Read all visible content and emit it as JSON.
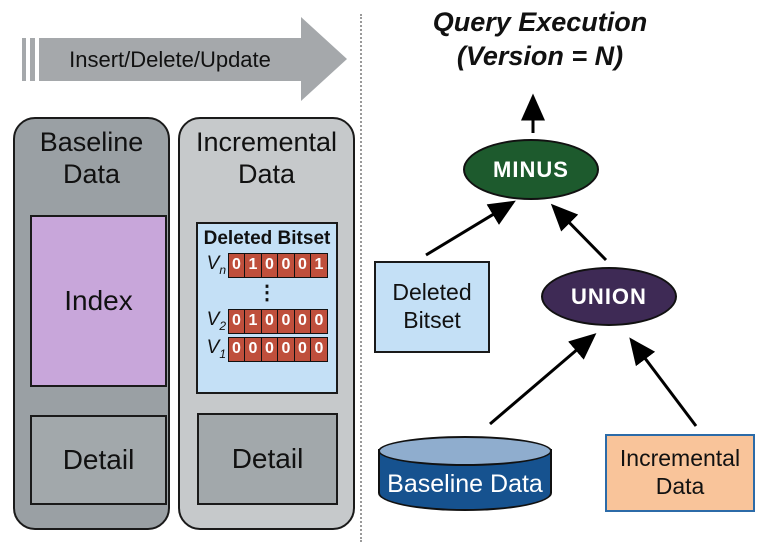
{
  "left": {
    "flow_arrow_label": "Insert/Delete/Update",
    "baseline_column": {
      "title": "Baseline Data",
      "index_label": "Index",
      "detail_label": "Detail"
    },
    "incremental_column": {
      "title": "Incremental Data",
      "detail_label": "Detail",
      "bitset": {
        "title": "Deleted Bitset",
        "ellipsis": "⋮",
        "rows": [
          {
            "var": "V",
            "sub": "n",
            "bits": [
              "0",
              "1",
              "0",
              "0",
              "0",
              "1"
            ]
          },
          {
            "var": "V",
            "sub": "2",
            "bits": [
              "0",
              "1",
              "0",
              "0",
              "0",
              "0"
            ]
          },
          {
            "var": "V",
            "sub": "1",
            "bits": [
              "0",
              "0",
              "0",
              "0",
              "0",
              "0"
            ]
          }
        ]
      }
    }
  },
  "right": {
    "title_line1": "Query Execution",
    "title_line2": "(Version = N)",
    "minus_node_label": "MINUS",
    "union_node_label": "UNION",
    "deleted_bitset": {
      "line1": "Deleted",
      "line2": "Bitset"
    },
    "baseline_data_label": "Baseline Data",
    "incremental_data": {
      "line1": "Incremental",
      "line2": "Data"
    }
  },
  "colors": {
    "flow_arrow_gray": "#a5a8ab",
    "baseline_container_gray": "#9aa0a4",
    "incremental_container_gray": "#c6c9cb",
    "detail_gray": "#a2a8ab",
    "index_purple": "#c8a6da",
    "bitset_blue": "#c4e0f6",
    "bit_cell_red": "#bf4f3c",
    "minus_green": "#1d5a2d",
    "union_purple": "#3e2a55",
    "cylinder_blue": "#16528f",
    "cylinder_top_blue": "#8fadce",
    "incremental_peach": "#f9c49a",
    "incremental_border_blue": "#2c6ba8"
  }
}
